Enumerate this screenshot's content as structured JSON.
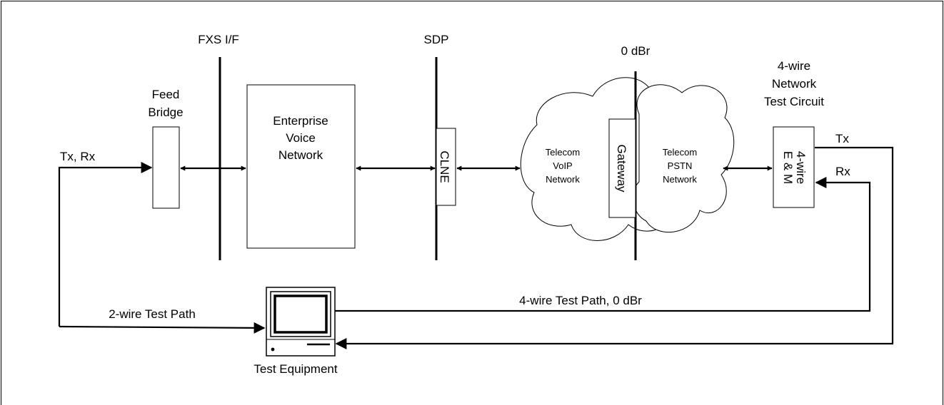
{
  "interfaces": {
    "fxs": "FXS I/F",
    "sdp": "SDP",
    "dbr": "0 dBr"
  },
  "blocks": {
    "feed_bridge": [
      "Feed",
      "Bridge"
    ],
    "enterprise": [
      "Enterprise",
      "Voice",
      "Network"
    ],
    "clne": "CLNE",
    "gateway": "Gateway",
    "voip_cloud": [
      "Telecom",
      "VoIP",
      "Network"
    ],
    "pstn_cloud": [
      "Telecom",
      "PSTN",
      "Network"
    ],
    "four_wire_box": [
      "4-wire",
      "E & M"
    ],
    "test_circuit": [
      "4-wire",
      "Network",
      "Test Circuit"
    ]
  },
  "signals": {
    "tx_rx": "Tx,  Rx",
    "tx": "Tx",
    "rx": "Rx"
  },
  "paths": {
    "two_wire": "2-wire Test Path",
    "four_wire": "4-wire Test Path, 0 dBr"
  },
  "test_equipment": "Test Equipment"
}
